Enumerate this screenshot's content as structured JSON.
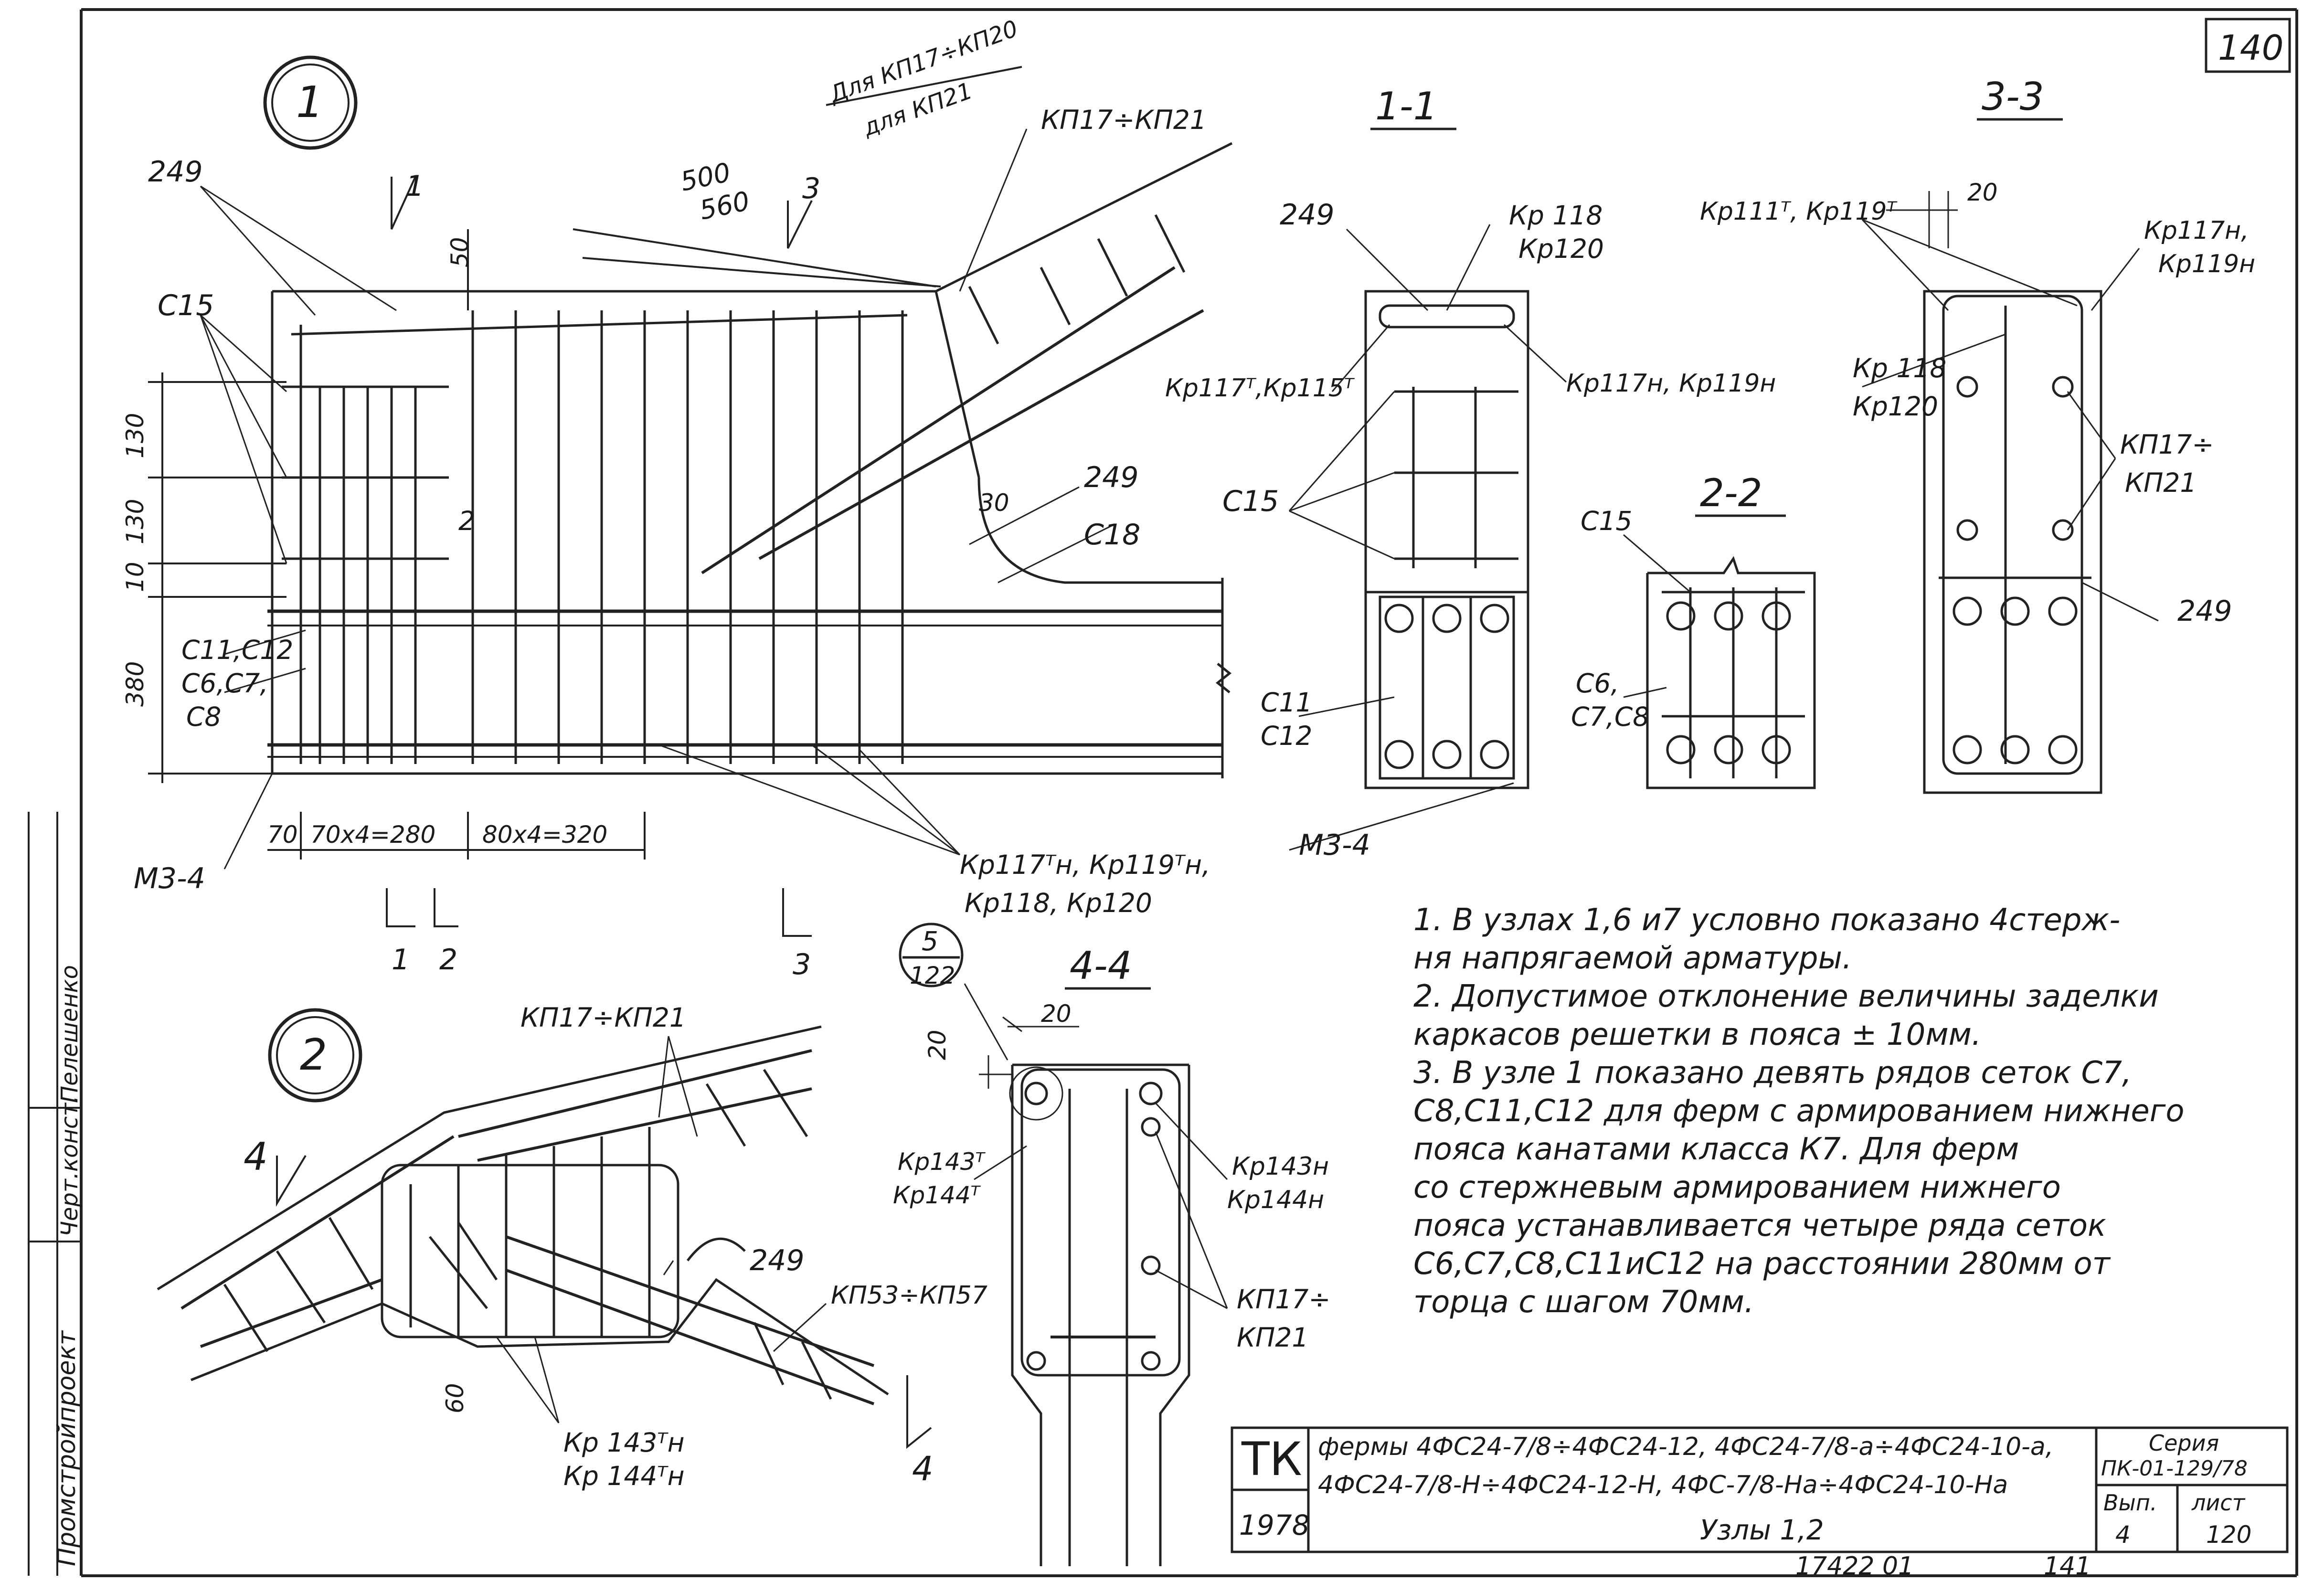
{
  "sheet_number": "140",
  "node_labels": {
    "node1": "1",
    "node2": "2"
  },
  "sections": {
    "s11": "1-1",
    "s22": "2-2",
    "s33": "3-3",
    "s44": "4-4"
  },
  "section_marks": {
    "m1": "1",
    "m2": "2",
    "m3": "3",
    "m4": "4"
  },
  "detail_ref": {
    "top": "5",
    "bottom": "122"
  },
  "callouts": {
    "c249": "249",
    "c15": "C15",
    "c18": "C18",
    "c11c12": "C11,C12",
    "c6c7": "C6,C7,",
    "c8": "C8",
    "mz4": "M3-4",
    "kp1721": "КП17÷КП21",
    "for_kp17_20": "Для КП17÷КП20",
    "for_kp21": "для КП21",
    "kp117_119": "Кр117ᵀн, Кр119ᵀн,",
    "kp118_120": "Кр118, Кр120",
    "kp118": "Кр 118",
    "kp120": "Кр120",
    "kp117t_115t": "Кр117ᵀ,Кр115ᵀ",
    "kp117n_119n": "Кр117н, Кр119н",
    "kp111t_119t": "Кр111ᵀ, Кр119ᵀ",
    "kp117n": "Кр117н,",
    "kp119n": "Кр119н",
    "kp17": "КП17÷",
    "kp21": "КП21",
    "c11": "C11",
    "c12": "C12",
    "c6c7c8": "C6,",
    "c7c8": "C7,C8",
    "kp143t": "Кр143ᵀ",
    "kp144t": "Кр144ᵀ",
    "kp143n": "Кр143н",
    "kp144n": "Кр144н",
    "kp143tn": "Кр 143ᵀн",
    "kp144tn": "Кр 144ᵀн",
    "kp53_57": "КП53÷КП57",
    "kp17b": "КП17÷",
    "kp21b": "КП21"
  },
  "dimensions": {
    "d500": "500",
    "d560": "560",
    "d50": "50",
    "d130a": "130",
    "d130b": "130",
    "d10": "10",
    "d380": "380",
    "d70": "70",
    "d70x4": "70х4=280",
    "d80x4": "80х4=320",
    "d30": "30",
    "d20a": "20",
    "d20b": "20",
    "d20c": "20",
    "d60": "60"
  },
  "notes": [
    "1. В узлах  1,6 и7 условно показано 4стерж-",
    "   ня напрягаемой арматуры.",
    "2. Допустимое отклонение величины заделки",
    "   каркасов решетки в пояса ± 10мм.",
    "3. В узле  1 показано девять рядов сеток С7,",
    "   С8,С11,С12 для ферм с армированием нижнего",
    "   пояса канатами класса К7. Для ферм",
    "   со стержневым армированием нижнего",
    "   пояса устанавливается четыре ряда сеток",
    "   С6,С7,С8,С11иС12 на расстоянии 280мм от",
    "   торца  с  шагом  70мм."
  ],
  "title_block": {
    "org": "ТК",
    "year": "1978",
    "line1": "фермы 4ФС24-7/8÷4ФС24-12, 4ФС24-7/8-а÷4ФС24-10-а,",
    "line2": "4ФС24-7/8-Н÷4ФС24-12-Н, 4ФС-7/8-На÷4ФС24-10-На",
    "line3": "Узлы 1,2",
    "series_label": "Серия",
    "series_value": "ПК-01-129/78",
    "issue_label": "Вып.",
    "issue_value": "4",
    "sheet_label": "лист",
    "sheet_value": "120"
  },
  "bottom_numbers": {
    "inv": "17422 01",
    "page": "141"
  },
  "side_stamp": {
    "org": "Промстройпроект",
    "role": "Черт.конст.",
    "name": "Пелешенко"
  }
}
